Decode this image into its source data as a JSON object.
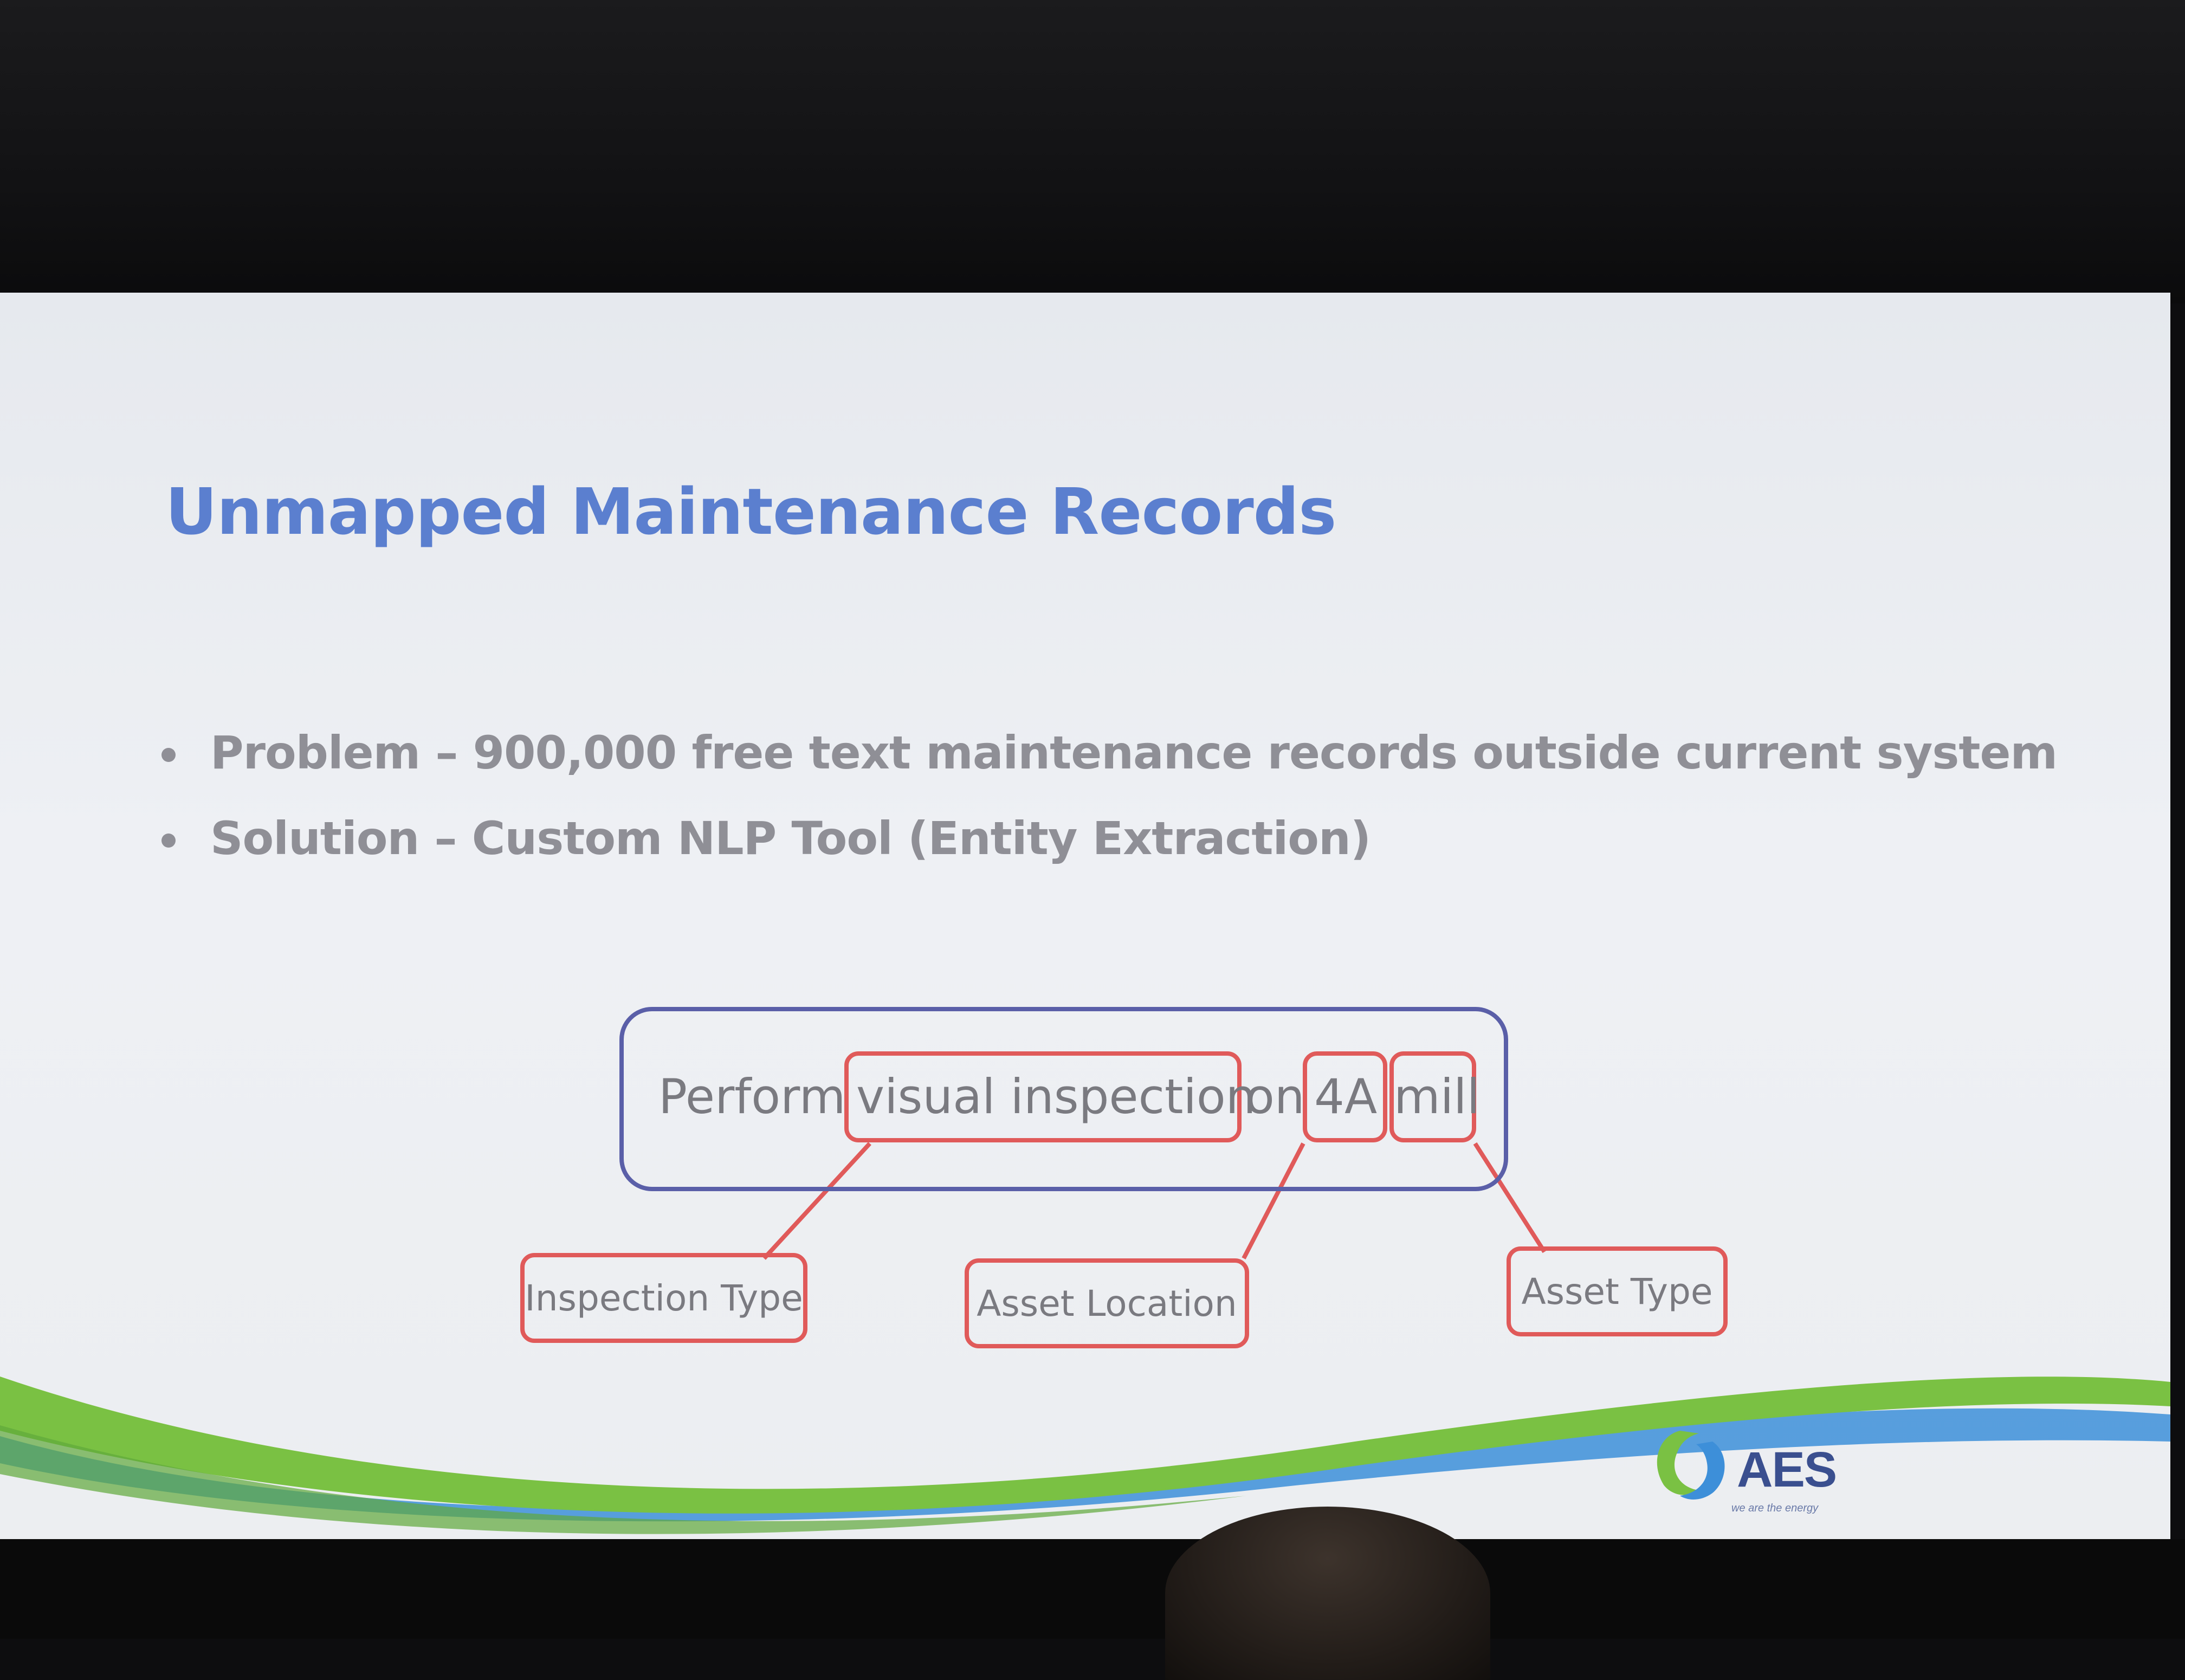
{
  "slide": {
    "title": "Unmapped Maintenance Records",
    "bullets": [
      "Problem – 900,000 free text maintenance records outside current system",
      "Solution – Custom NLP Tool (Entity Extraction)"
    ]
  },
  "diagram": {
    "sentence_words": [
      "Perform",
      "visual inspection",
      "on",
      "4A",
      "mill"
    ],
    "entity_labels": [
      "Inspection Type",
      "Asset Location",
      "Asset Type"
    ]
  },
  "logo": {
    "name": "AES",
    "tagline": "we are the energy",
    "icon": "aes-swirl-icon"
  },
  "colors": {
    "title": "#5b7fcf",
    "body_text": "#8f8f96",
    "sentence_border": "#5a5fa8",
    "entity_border": "#e05a5a",
    "swoosh_green": "#7ac143",
    "swoosh_blue": "#3d8fd9"
  }
}
